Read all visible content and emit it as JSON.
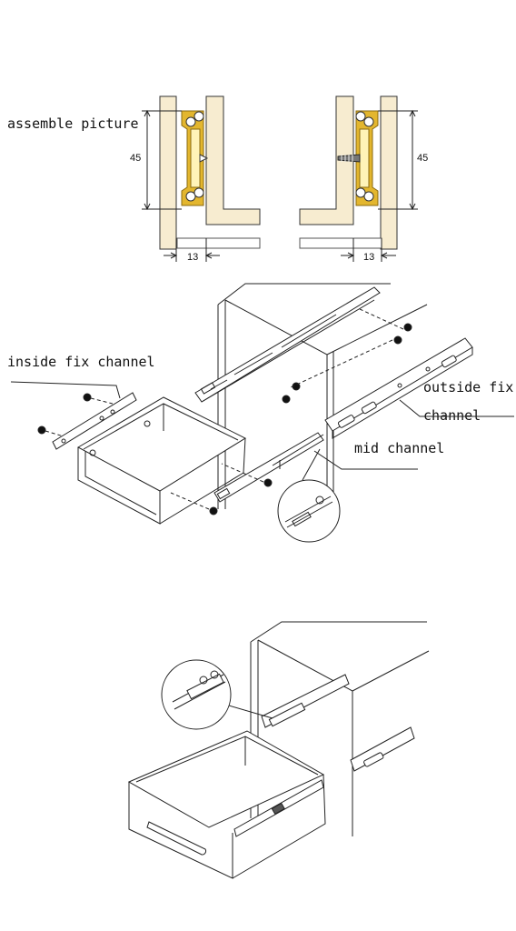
{
  "labels": {
    "assemble_picture": "assemble picture",
    "inside_fix_channel": "inside fix channel",
    "outside_fix": "outside fix",
    "channel": "channel",
    "mid_channel": "mid channel"
  },
  "dimensions": {
    "left_height": "45",
    "left_width": "13",
    "right_height": "45",
    "right_width": "13"
  },
  "colors": {
    "wood": "#f7ecd0",
    "slide_gold": "#e3b62e",
    "slide_dark": "#8a6a10",
    "line": "#222222"
  }
}
